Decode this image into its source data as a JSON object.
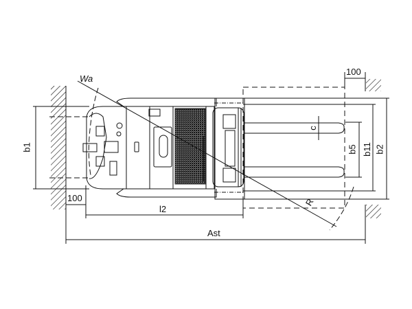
{
  "diagram": {
    "labels": {
      "wa": "Wa",
      "b1": "b1",
      "clearance_left": "100",
      "clearance_right": "100",
      "l2": "l2",
      "ast": "Ast",
      "c": "c",
      "b5": "b5",
      "b11": "b11",
      "b2": "b2",
      "r": "R"
    },
    "colors": {
      "line": "#111111",
      "mesh": "#555555"
    }
  }
}
